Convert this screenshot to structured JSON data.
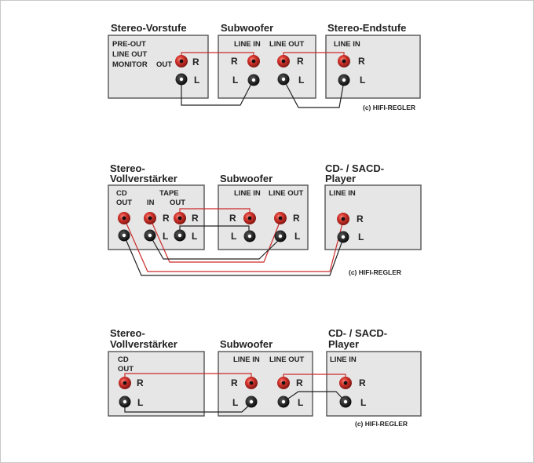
{
  "colors": {
    "red_wire": "#cc2a2a",
    "black_wire": "#222222",
    "box_fill": "#e6e6e6"
  },
  "d1": {
    "vorstufe_title": "Stereo-Vorstufe",
    "pre_out": "PRE-OUT",
    "line_out": "LINE OUT",
    "monitor": "MONITOR",
    "out": "OUT",
    "sub_title": "Subwoofer",
    "sub_line_in": "LINE IN",
    "sub_line_out": "LINE OUT",
    "endstufe_title": "Stereo-Endstufe",
    "end_line_in": "LINE IN",
    "r": "R",
    "l": "L",
    "copyright": "(c) HIFI-REGLER"
  },
  "d2": {
    "amp_title_1": "Stereo-",
    "amp_title_2": "Vollverstärker",
    "cd": "CD",
    "cd_out": "OUT",
    "tape": "TAPE",
    "tape_in": "IN",
    "tape_out": "OUT",
    "sub_title": "Subwoofer",
    "sub_line_in": "LINE IN",
    "sub_line_out": "LINE OUT",
    "player_title_1": "CD- / SACD-",
    "player_title_2": "Player",
    "player_line_in": "LINE IN",
    "r": "R",
    "l": "L",
    "copyright": "(c) HIFI-REGLER"
  },
  "d3": {
    "amp_title_1": "Stereo-",
    "amp_title_2": "Vollverstärker",
    "cd": "CD",
    "cd_out": "OUT",
    "sub_title": "Subwoofer",
    "sub_line_in": "LINE IN",
    "sub_line_out": "LINE OUT",
    "player_title_1": "CD- / SACD-",
    "player_title_2": "Player",
    "player_line_in": "LINE IN",
    "r": "R",
    "l": "L",
    "copyright": "(c) HIFI-REGLER"
  }
}
